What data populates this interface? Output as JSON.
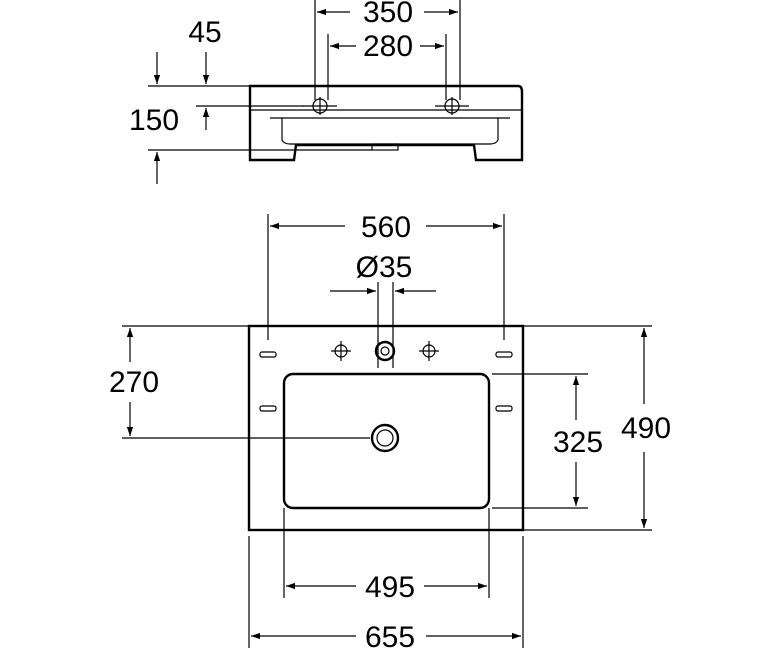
{
  "dimensions": {
    "hole_spacing_outer": "350",
    "hole_spacing_inner": "280",
    "top_offset": "45",
    "height": "150",
    "total_width_upper": "560",
    "tap_hole": "Ø35",
    "tap_to_drain": "270",
    "bowl_depth": "325",
    "total_depth": "490",
    "bowl_width": "495",
    "total_width": "655"
  }
}
